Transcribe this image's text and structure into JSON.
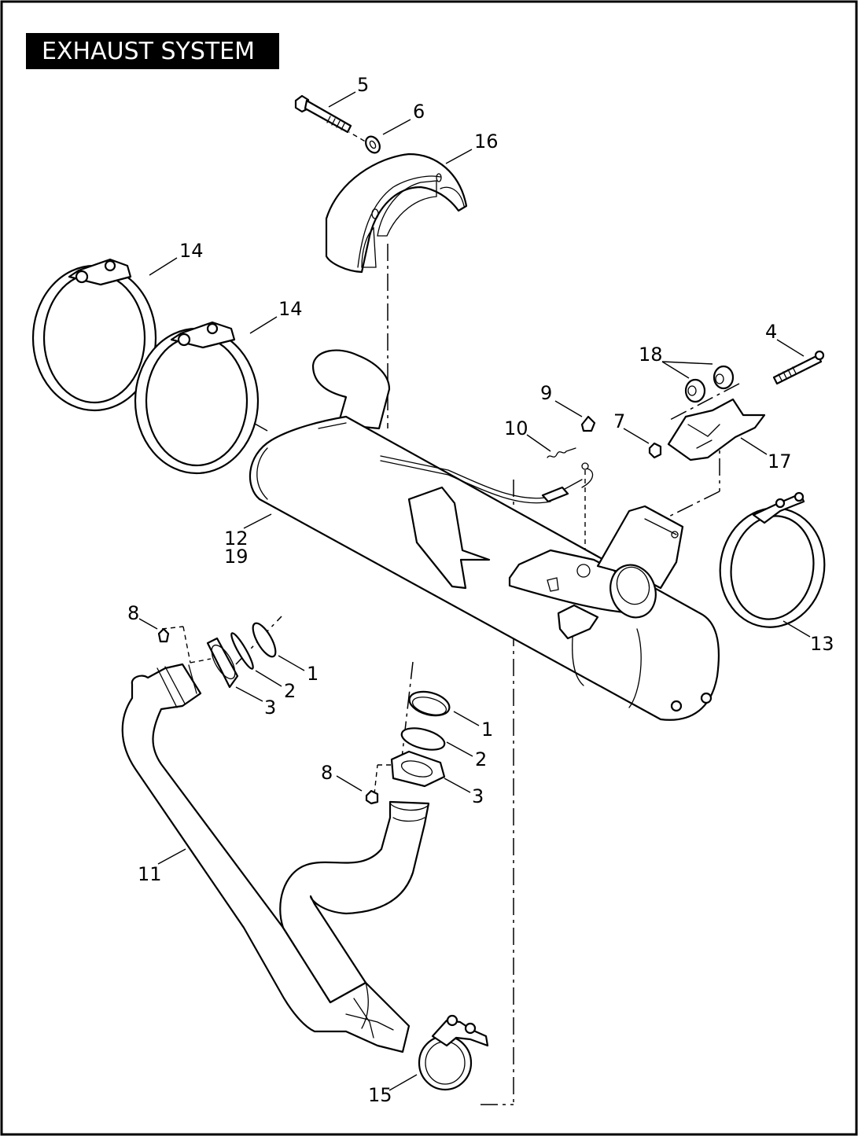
{
  "title": "EXHAUST SYSTEM",
  "callouts": {
    "c5": "5",
    "c6": "6",
    "c16": "16",
    "c14a": "14",
    "c14b": "14",
    "c4": "4",
    "c18": "18",
    "c9": "9",
    "c10": "10",
    "c7": "7",
    "c17": "17",
    "c12": "12",
    "c19": "19",
    "c13": "13",
    "c8a": "8",
    "c1a": "1",
    "c2a": "2",
    "c3a": "3",
    "c1b": "1",
    "c2b": "2",
    "c3b": "3",
    "c8b": "8",
    "c11": "11",
    "c15": "15"
  },
  "parts": {
    "exhaust_heat_shield": {
      "number": "16",
      "icon": "heat-shield-icon"
    },
    "muffler": {
      "number": "12",
      "icon": "muffler-icon"
    },
    "header_pipe": {
      "number": "11",
      "icon": "header-pipe-icon"
    },
    "muffler_clamp_front": {
      "number": "14",
      "icon": "band-clamp-icon"
    },
    "muffler_clamp_rear": {
      "number": "13",
      "icon": "band-clamp-icon"
    },
    "crossover_clamp": {
      "number": "15",
      "icon": "clamp-icon"
    },
    "mounting_bracket": {
      "number": "17",
      "icon": "bracket-icon"
    },
    "bolt_long": {
      "number": "4",
      "icon": "bolt-icon"
    },
    "bolt_shield": {
      "number": "5",
      "icon": "bolt-icon"
    },
    "washer": {
      "number": "6",
      "icon": "washer-icon"
    },
    "spacers": {
      "number": "18",
      "icon": "spacer-icon"
    },
    "nut": {
      "number": "7",
      "icon": "nut-icon"
    },
    "clip": {
      "number": "9",
      "icon": "clip-icon"
    },
    "spring": {
      "number": "10",
      "icon": "spring-icon"
    },
    "flange_nut": {
      "number": "8",
      "icon": "nut-icon"
    },
    "retaining_ring": {
      "number": "1",
      "icon": "ring-icon"
    },
    "snap_ring": {
      "number": "2",
      "icon": "snap-ring-icon"
    },
    "flange": {
      "number": "3",
      "icon": "flange-icon"
    }
  }
}
